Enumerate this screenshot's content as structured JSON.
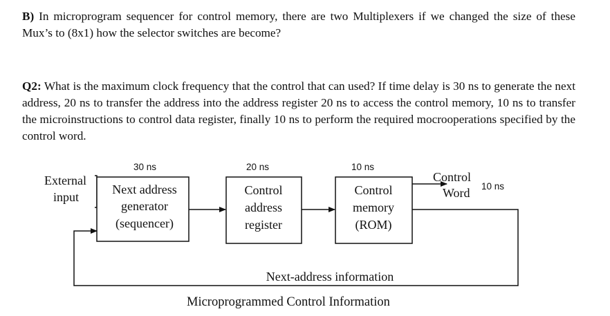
{
  "question_b": {
    "label": "B)",
    "text": " In microprogram sequencer for control memory, there are two Multiplexers if we changed the size of these Mux’s to (8x1) how the selector switches are become?"
  },
  "question_2": {
    "label": "Q2:",
    "text": " What is the maximum clock frequency that the control that can used? If time delay is 30 ns to generate the next address, 20 ns to transfer the address into the address register 20 ns to access the control memory, 10 ns to transfer the microinstructions to control data register, finally 10 ns to perform the required mocrooperations specified by the control word."
  },
  "diagram": {
    "input_label": [
      "External",
      "input"
    ],
    "blocks": [
      {
        "delay": "30 ns",
        "lines": [
          "Next address",
          "generator",
          "(sequencer)"
        ]
      },
      {
        "delay": "20 ns",
        "lines": [
          "Control",
          "address",
          "register"
        ]
      },
      {
        "delay": "10 ns",
        "lines": [
          "Control",
          "memory",
          "(ROM)"
        ]
      }
    ],
    "output_label": [
      "Control",
      "Word"
    ],
    "output_delay": "10 ns",
    "feedback_label": "Next-address information",
    "caption": "Microprogrammed Control Information"
  }
}
